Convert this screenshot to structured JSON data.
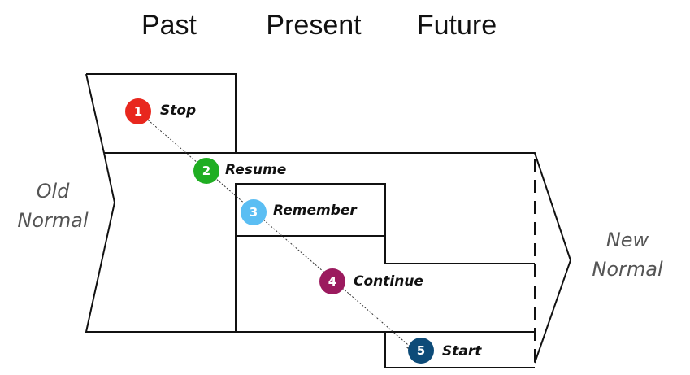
{
  "columns": {
    "past": "Past",
    "present": "Present",
    "future": "Future"
  },
  "old_normal": {
    "line1": "Old",
    "line2": "Normal"
  },
  "new_normal": {
    "line1": "New",
    "line2": "Normal"
  },
  "steps": [
    {
      "number": "1",
      "label": "Stop",
      "color": "#e8271e"
    },
    {
      "number": "2",
      "label": "Resume",
      "color": "#1fae22"
    },
    {
      "number": "3",
      "label": "Remember",
      "color": "#5bbef3"
    },
    {
      "number": "4",
      "label": "Continue",
      "color": "#9b1a5e"
    },
    {
      "number": "5",
      "label": "Start",
      "color": "#0d4b78"
    }
  ]
}
